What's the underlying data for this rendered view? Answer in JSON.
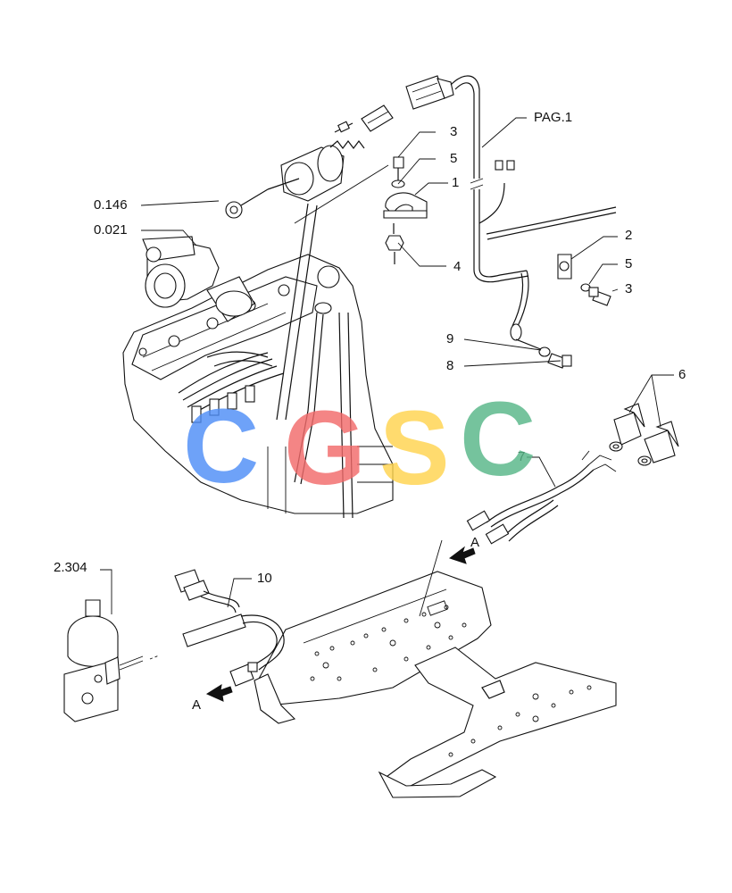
{
  "callouts": {
    "c0146": "0.146",
    "c0021": "0.021",
    "c3a": "3",
    "c5a": "5",
    "c1": "1",
    "c4": "4",
    "pag": "PAG.1",
    "c2": "2",
    "c5b": "5",
    "c3b": "3",
    "c9": "9",
    "c8": "8",
    "c6": "6",
    "c7": "7",
    "c2304": "2.304",
    "c10": "10",
    "arrowA1": "A",
    "arrowA2": "A"
  },
  "watermark": {
    "letters": [
      "C",
      "G",
      "S",
      "C"
    ],
    "colors": [
      "#4f8ef7",
      "#f26b6b",
      "#ffd44f",
      "#57b788"
    ]
  },
  "colors": {
    "line": "#111111",
    "background": "#ffffff"
  }
}
